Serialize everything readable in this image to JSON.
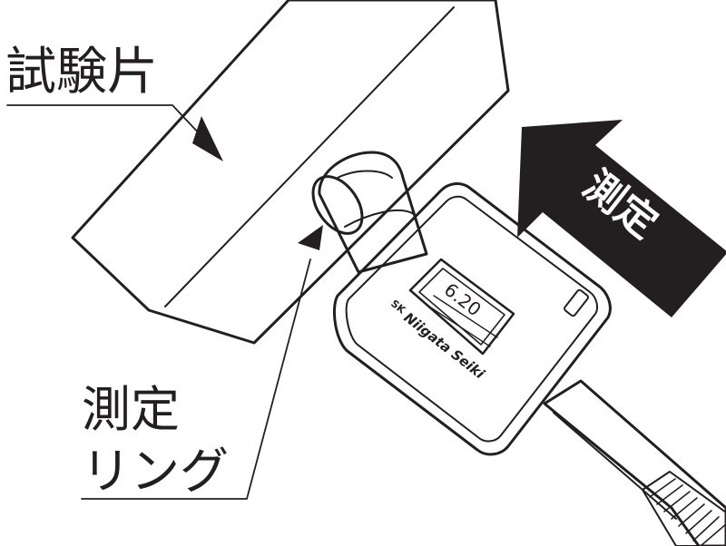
{
  "labels": {
    "specimen": "試験片",
    "measure_ring_line1": "測定",
    "measure_ring_line2": "リング",
    "direction": "測定"
  },
  "device": {
    "display_value": "6.20",
    "brand": "Niigata Seiki",
    "brand_mark": "SK"
  },
  "colors": {
    "ink": "#231f20",
    "paper": "#ffffff"
  }
}
